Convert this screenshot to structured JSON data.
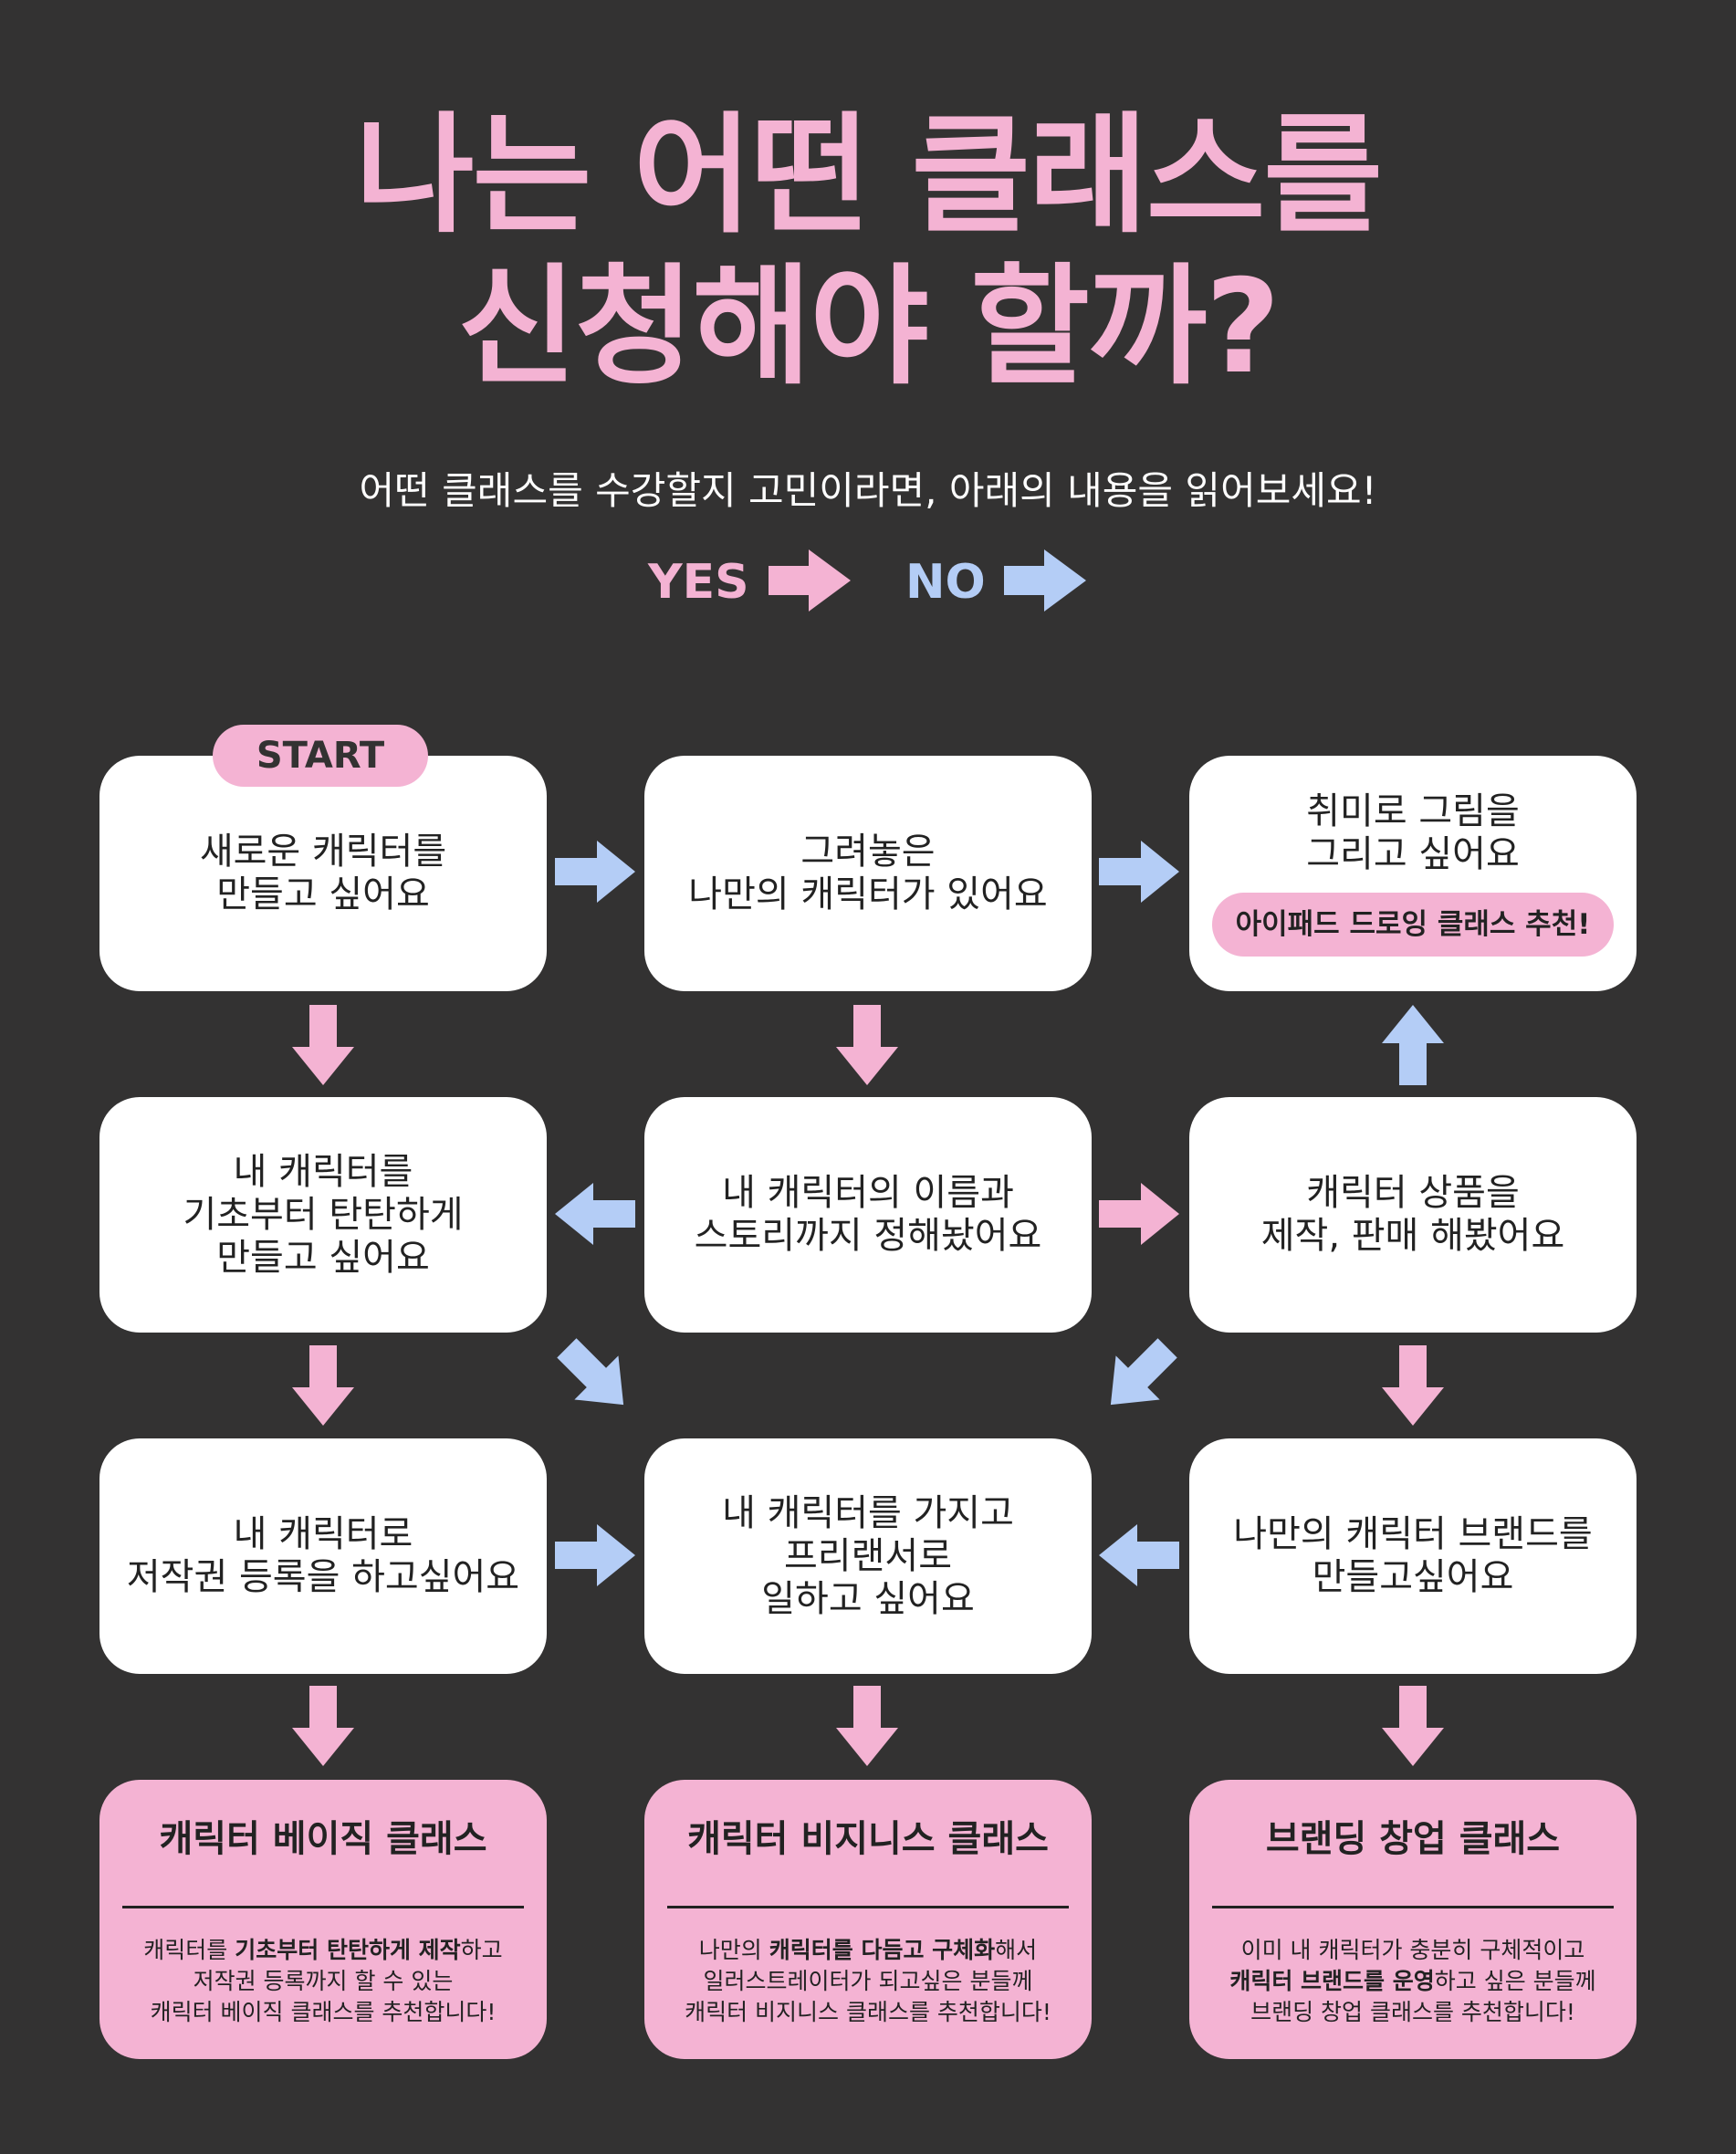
{
  "title": {
    "line1": "나는 어떤 클래스를",
    "line2": "신청해야 할까?"
  },
  "subtitle": "어떤 클래스를 수강할지 고민이라면, 아래의 내용을 읽어보세요!",
  "legend": {
    "yes": "YES",
    "no": "NO"
  },
  "colors": {
    "background": "#333232",
    "yes": "#f4b3d3",
    "no": "#b4cdf6",
    "box": "#ffffff",
    "text": "#222222"
  },
  "start_badge": "START",
  "nodes": {
    "n1": "새로운 캐릭터를\n만들고 싶어요",
    "n2": "그려놓은\n나만의 캐릭터가 있어요",
    "n3": "취미로 그림을\n그리고 싶어요",
    "n3_rec": "아이패드 드로잉 클래스 추천!",
    "n4": "내 캐릭터를\n기초부터 탄탄하게\n만들고 싶어요",
    "n5": "내 캐릭터의 이름과\n스토리까지 정해놨어요",
    "n6": "캐릭터 상품을\n제작, 판매 해봤어요",
    "n7": "내 캐릭터로\n저작권 등록을 하고싶어요",
    "n8": "내 캐릭터를 가지고\n프리랜서로\n일하고 싶어요",
    "n9": "나만의 캐릭터 브랜드를\n만들고싶어요"
  },
  "results": {
    "basic": {
      "title": "캐릭터 베이직 클래스",
      "d1a": "캐릭터를 ",
      "d1b": "기초부터 탄탄하게 제작",
      "d1c": "하고",
      "d2": "저작권 등록까지 할 수 있는",
      "d3": "캐릭터 베이직 클래스를 추천합니다!"
    },
    "business": {
      "title": "캐릭터 비지니스 클래스",
      "d1a": "나만의 ",
      "d1b": "캐릭터를 다듬고 구체화",
      "d1c": "해서",
      "d2": "일러스트레이터가 되고싶은 분들께",
      "d3": "캐릭터 비지니스 클래스를 추천합니다!"
    },
    "branding": {
      "title": "브랜딩 창업 클래스",
      "d1": "이미 내 캐릭터가 충분히 구체적이고",
      "d2a": "캐릭터 브랜드를 운영",
      "d2b": "하고 싶은 분들께",
      "d3": "브랜딩 창업 클래스를 추천합니다!"
    }
  },
  "arrows": [
    {
      "id": "n1-to-n2",
      "kind": "no"
    },
    {
      "id": "n2-to-n3",
      "kind": "no"
    },
    {
      "id": "n1-to-n4",
      "kind": "yes"
    },
    {
      "id": "n2-to-n5",
      "kind": "yes"
    },
    {
      "id": "n6-to-n3",
      "kind": "no"
    },
    {
      "id": "n5-to-n4",
      "kind": "no"
    },
    {
      "id": "n5-to-n6",
      "kind": "yes"
    },
    {
      "id": "n4-to-n8",
      "kind": "no"
    },
    {
      "id": "n6-to-n8",
      "kind": "no"
    },
    {
      "id": "n4-to-n7",
      "kind": "yes"
    },
    {
      "id": "n6-to-n9",
      "kind": "yes"
    },
    {
      "id": "n7-to-n8",
      "kind": "no"
    },
    {
      "id": "n9-to-n8",
      "kind": "no"
    },
    {
      "id": "n7-to-basic",
      "kind": "yes"
    },
    {
      "id": "n8-to-business",
      "kind": "yes"
    },
    {
      "id": "n9-to-branding",
      "kind": "yes"
    }
  ]
}
